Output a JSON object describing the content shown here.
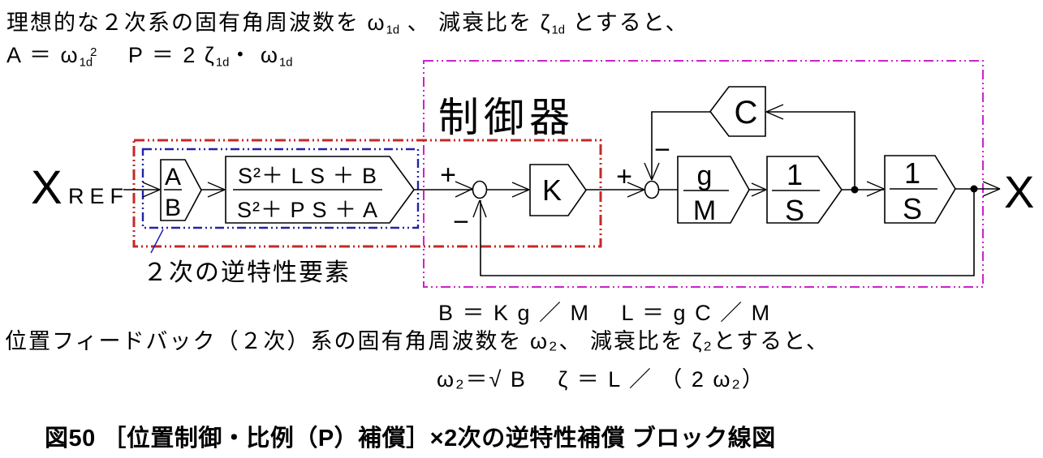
{
  "colors": {
    "navy": "#2222AA",
    "red": "#C62828",
    "magenta": "#CC22CC",
    "line_black": "#000000"
  },
  "intro": {
    "line1": {
      "pre": "理想的な２次系の固有角周波数を ω",
      "sub1": "1d",
      "mid": " 、 減衰比を ζ",
      "sub2": "1d",
      "post": " とすると、"
    },
    "line2": {
      "s1": "A ＝ ω",
      "sub1": "1d",
      "sup1": "2",
      "s2": "　 P ＝ 2 ζ",
      "sub2": "1d",
      "s3": "・ ω",
      "sub3": "1d"
    }
  },
  "diagram": {
    "input": {
      "main": "X",
      "sub": "REF"
    },
    "output": "X",
    "controller_label": "制御器",
    "inverse_label": "２次の逆特性要素",
    "blocks": {
      "ab": {
        "num": "A",
        "den": "B"
      },
      "tf": {
        "num": "S²＋ L S ＋ B",
        "den": "S²＋ P S ＋ A"
      },
      "k": "K",
      "c": "C",
      "gm": {
        "num": "g",
        "den": "M"
      },
      "int1": {
        "num": "1",
        "den": "S"
      },
      "int2": {
        "num": "1",
        "den": "S"
      }
    },
    "signs": {
      "plus": "+",
      "minus": "−"
    }
  },
  "formulas": {
    "bl": "B ＝ K g ／ M　 L ＝ g C ／ M",
    "condition": "位置フィードバック（２次）系の固有角周波数を ω₂、 減衰比を ζ₂とすると、",
    "result": "ω₂＝√ B　 ζ ＝ L ／ （ 2 ω₂）"
  },
  "caption": "図50 ［位置制御・比例（P）補償］×2次の逆特性補償 ブロック線図"
}
